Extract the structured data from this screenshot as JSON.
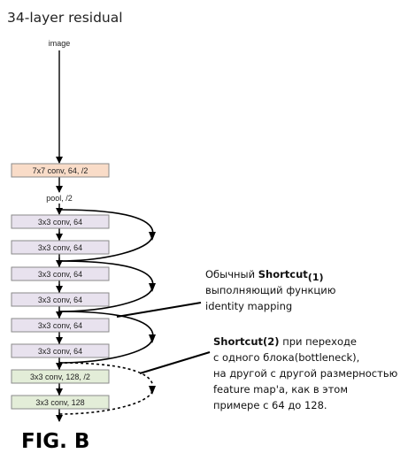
{
  "title": "34-layer residual",
  "input_label": "image",
  "pool_label": "pool, /2",
  "layers": [
    {
      "label": "7x7 conv, 64, /2",
      "kind": "stem"
    },
    {
      "label": "3x3 conv, 64",
      "kind": "block64"
    },
    {
      "label": "3x3 conv, 64",
      "kind": "block64"
    },
    {
      "label": "3x3 conv, 64",
      "kind": "block64"
    },
    {
      "label": "3x3 conv, 64",
      "kind": "block64"
    },
    {
      "label": "3x3 conv, 64",
      "kind": "block64"
    },
    {
      "label": "3x3 conv, 64",
      "kind": "block64"
    },
    {
      "label": "3x3 conv, 128, /2",
      "kind": "block128"
    },
    {
      "label": "3x3 conv, 128",
      "kind": "block128"
    }
  ],
  "shortcuts": [
    {
      "type": "identity"
    },
    {
      "type": "identity"
    },
    {
      "type": "identity"
    },
    {
      "type": "projection"
    }
  ],
  "annotation1": {
    "line1_prefix": "Обычный ",
    "line1_bold": "Shortcut",
    "line1_sub": "(1)",
    "line2": "выполняющий функцию",
    "line3": "identity mapping"
  },
  "annotation2": {
    "line1_bold": "Shortcut(2)",
    "line1_rest": " при переходе",
    "line2": "с одного блока(bottleneck),",
    "line3": "на другой с другой размерностью",
    "line4": "feature map'a, как в этом",
    "line5": "примере с 64 до 128."
  },
  "figure_label": "FIG. B",
  "colors": {
    "stem_fill": "#f9dcc8",
    "block64_fill": "#e8e2ee",
    "block128_fill": "#e3edd8",
    "box_stroke": "#8a8a8a",
    "line": "#000000"
  }
}
